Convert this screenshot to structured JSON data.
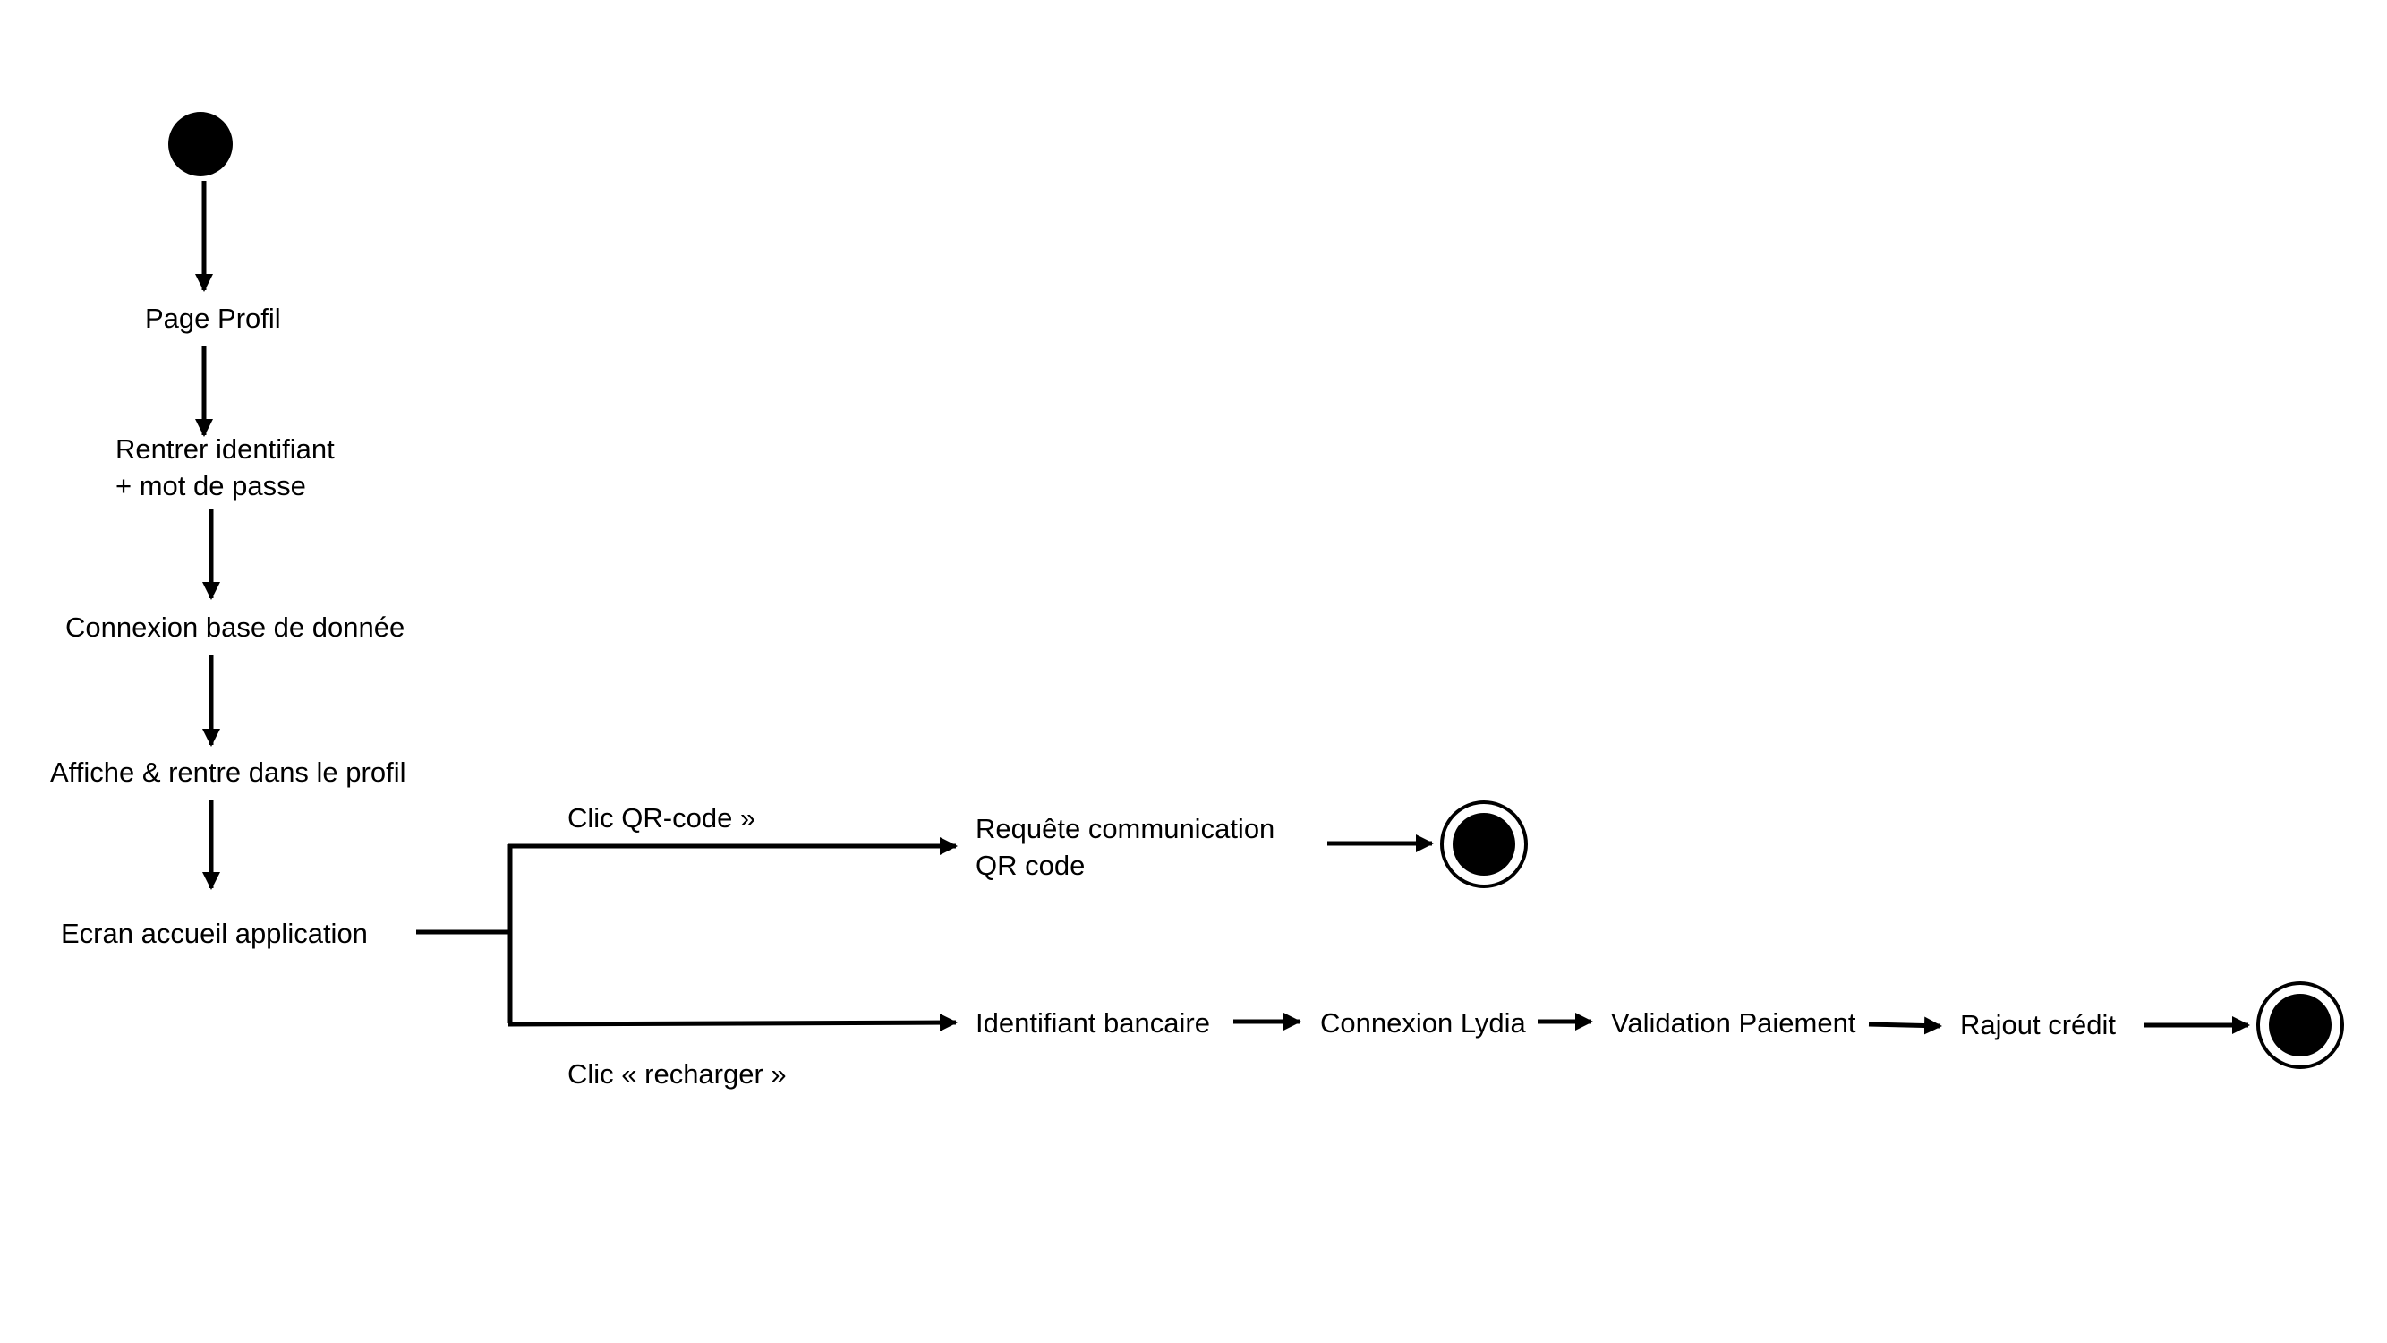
{
  "diagram": {
    "type": "activity",
    "colors": {
      "stroke": "#000000",
      "fill": "#000000",
      "background": "#ffffff"
    },
    "steps": {
      "page_profil": "Page Profil",
      "rentrer_identifiant_line1": "Rentrer identifiant",
      "rentrer_identifiant_line2": "+ mot de passe",
      "connexion_bdd": "Connexion base de donnée",
      "affiche_profil": "Affiche & rentre dans le profil",
      "ecran_accueil": "Ecran accueil application",
      "requete_line1": "Requête communication",
      "requete_line2": "QR code",
      "identifiant_bancaire": "Identifiant bancaire",
      "connexion_lydia": "Connexion Lydia",
      "validation_paiement": "Validation Paiement",
      "rajout_credit": "Rajout crédit"
    },
    "guards": {
      "qr_code": "Clic QR-code »",
      "recharger": "Clic « recharger »"
    },
    "nodes": {
      "initial": "initial-node",
      "final_qr": "final-node",
      "final_recharge": "final-node"
    }
  }
}
